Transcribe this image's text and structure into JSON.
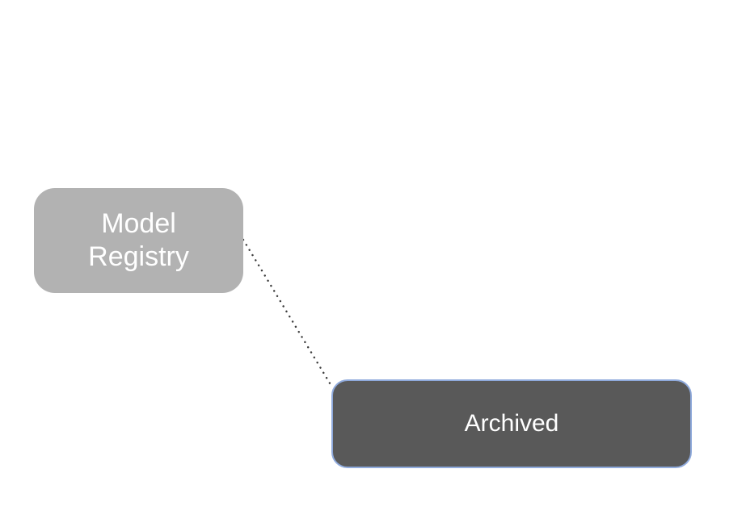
{
  "diagram": {
    "background_color": "#ffffff",
    "nodes": [
      {
        "id": "model-registry",
        "label": "Model Registry",
        "label_lines": [
          "Model",
          "Registry"
        ],
        "fill": "#b2b2b2",
        "text_color": "#ffffff"
      },
      {
        "id": "archived",
        "label": "Archived",
        "fill": "#595959",
        "border_color": "#8faadc",
        "text_color": "#ffffff"
      }
    ],
    "connector": {
      "type": "dotted-line",
      "from": "model-registry",
      "to": "archived",
      "color": "#3d3d3d"
    }
  }
}
